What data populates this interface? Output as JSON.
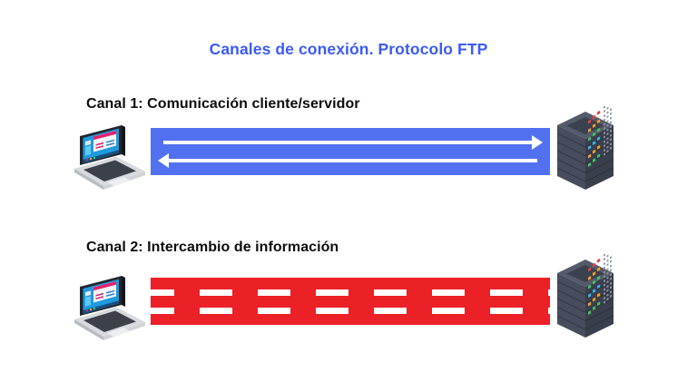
{
  "slide": {
    "title": "Canales de conexión. Protocolo FTP",
    "background_color": "#ffffff",
    "title_color": "#3b5bf5"
  },
  "channels": [
    {
      "id": "channel-1",
      "heading": "Canal 1: Comunicación cliente/servidor",
      "heading_color": "#0d0d0d",
      "band_color": "#5271f0",
      "band_style": "solid-arrows",
      "arrows": [
        {
          "direction": "right",
          "label": "cliente-a-servidor"
        },
        {
          "direction": "left",
          "label": "servidor-a-cliente"
        }
      ],
      "left_device": {
        "icon": "laptop-icon",
        "label": "Cliente"
      },
      "right_device": {
        "icon": "server-rack-icon",
        "label": "Servidor"
      }
    },
    {
      "id": "channel-2",
      "heading": "Canal 2: Intercambio de información",
      "heading_color": "#0d0d0d",
      "band_color": "#ec2027",
      "band_style": "dashed",
      "dash_rows": 2,
      "dashes_per_row": 8,
      "left_device": {
        "icon": "laptop-icon",
        "label": "Cliente"
      },
      "right_device": {
        "icon": "server-rack-icon",
        "label": "Servidor"
      }
    }
  ],
  "icons": {
    "laptop": {
      "name": "laptop-icon",
      "screen_color": "#1e9ae0",
      "body_color": "#e8eaed",
      "keyboard_color": "#3c4049"
    },
    "server": {
      "name": "server-rack-icon",
      "chassis_color": "#4a4f5e",
      "face_color": "#3a3f4d",
      "led_colors": [
        "#e8413c",
        "#f0a22a",
        "#43c463",
        "#35b6e8",
        "#f0a22a",
        "#43c463"
      ]
    }
  }
}
